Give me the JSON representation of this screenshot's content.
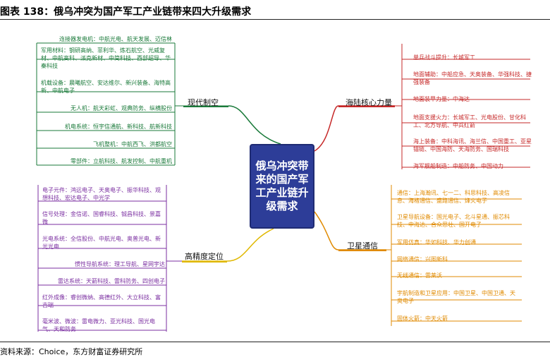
{
  "title": "图表 138：俄乌冲突为国产军工产业链带来四大升级需求",
  "source": "资料来源：Choice，东方财富证券研究所",
  "center": "俄乌冲突带来的国产军工产业链升级需求",
  "branches": {
    "aviation": {
      "label": "现代制空",
      "color": "#1a7a3a",
      "items": [
        "连接器发电机：中航光电、航天发展、迈信林",
        "军用材料：钢研高纳、菲利华、炼石航空、光威复材、中航高科、派克新材、中简科技、西部超导、华秦科技",
        "机载设备：晨曦航空、安达维尔、新兴装备、海特高新、中航电子",
        "无人机：航天彩虹、观典防务、纵横股份",
        "机电系统：恒宇信通航、新科技、航新科技",
        "飞机整机：中航西飞、洪都航空",
        "零部件：立航科技、航发控制、中航重机"
      ]
    },
    "sea_land": {
      "label": "海陆核心力量",
      "color": "#c62828",
      "items": [
        "单兵战斗提升：长城军工",
        "地面辅助：中船应急、天奥装备、华强科技、捷强装备",
        "地面装甲力量：中海达",
        "地面支援火力：长城军工、光电股份、甘化科工、北方导航、中兵红箭",
        "海上装备：中科海讯、海兰信、中国重工、亚星锚链、中国海防、天海防务、国瑞科技",
        "海军舰船制造：中船防务、中国动力"
      ]
    },
    "positioning": {
      "label": "高精度定位",
      "color": "#7b2fa1",
      "items": [
        "电子元件：鸿远电子、天奥电子、振华科技、观想科技、宏达电子、中光学",
        "信号处理：金信诺、国睿科技、铖昌科技、景嘉微",
        "光电系统：全信股份、中航光电、奥普光电、新光光电",
        "惯性导航系统：理工导航、星网宇达",
        "雷达系统：天箭科技、雷科防务、四创电子",
        "红外成像：睿创微纳、高德红外、大立科技、富吉瑞",
        "毫米波、微波：雷电微力、亚光科技、国光电气、天和防务"
      ]
    },
    "satellite": {
      "label": "卫星通信",
      "color": "#e08a00",
      "items": [
        "通信：上海瀚讯、七一二、科思科技、高凌信息、海格通信、盛路通信、烽火电子",
        "卫星导航设备：国光电子、北斗星通、振芯科技、中海达、合众思壮、国开电子",
        "军用仿真：华如科技、华力创通",
        "网络通信：兴图新科",
        "无线通信：雷莱沃",
        "宇航制造和卫星应用：中国卫星、中国卫通、天奥电子",
        "固体火箭：中天火箭"
      ]
    }
  }
}
